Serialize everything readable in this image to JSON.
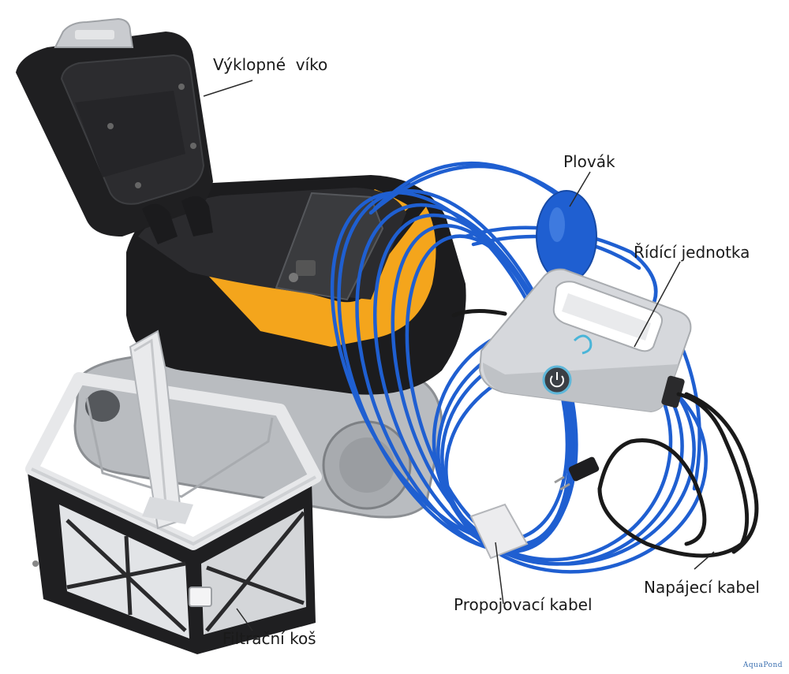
{
  "labels": {
    "lid": "Výklopné  víko",
    "float": "Plovák",
    "control_unit": "Řídící jednotka",
    "filter_basket": "Filtrační koš",
    "connecting_cable": "Propojovací kabel",
    "power_cable": "Napájecí kabel"
  },
  "watermark": "AquaPond",
  "colors": {
    "cable_blue": "#1f5fd1",
    "accent_yellow": "#f4a51c",
    "robot_black": "#1c1c1e",
    "track_gray": "#b9bcc0",
    "unit_silver": "#d6d8dc",
    "power_icon": "power-icon"
  }
}
